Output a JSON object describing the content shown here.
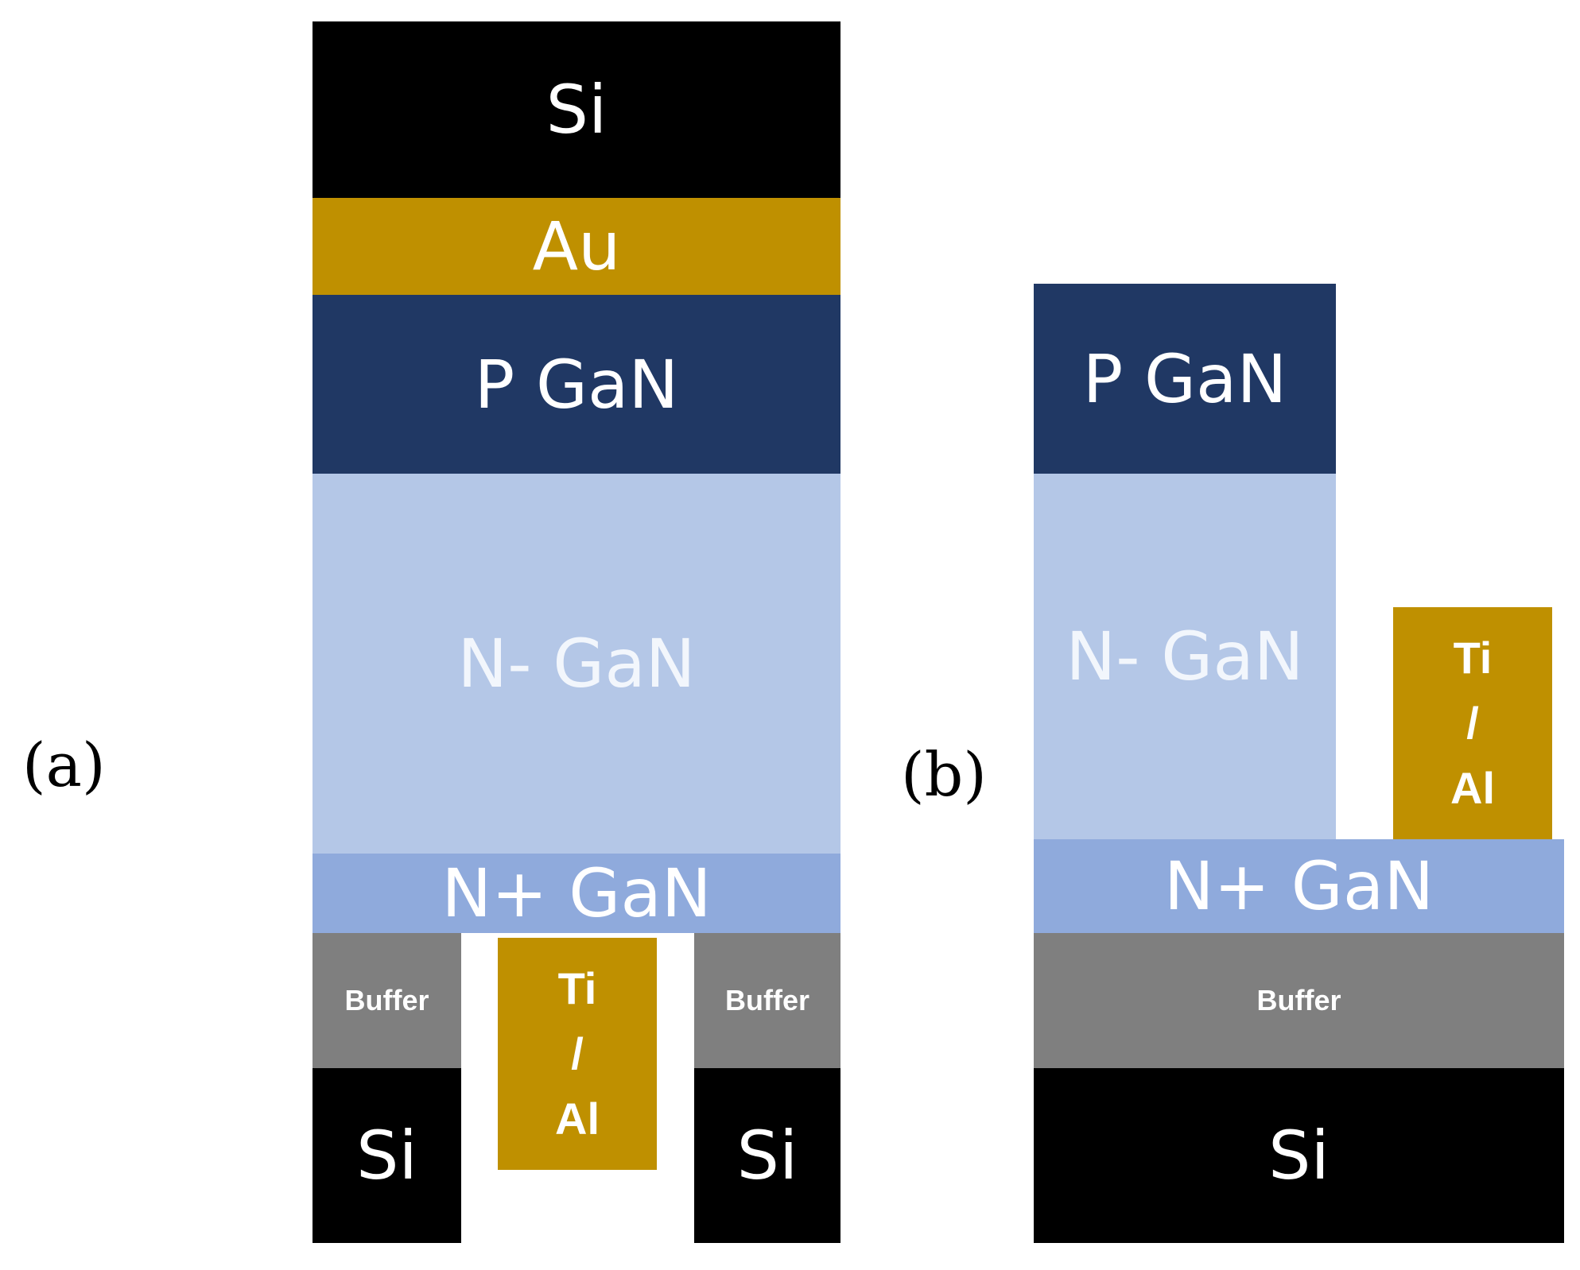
{
  "colors": {
    "si": "#000000",
    "au": "#BF9000",
    "p_gan": "#203864",
    "n_minus_gan": "#B4C7E7",
    "n_minus_text": "#F2F6FC",
    "n_plus_gan": "#8FAADC",
    "buffer": "#7F7F7F",
    "ti_al": "#BF9000",
    "text_light": "#FFFFFF"
  },
  "panel_a": {
    "label": "(a)",
    "si_top": "Si",
    "au": "Au",
    "p_gan": "P GaN",
    "n_minus_gan": "N- GaN",
    "n_plus_gan": "N+ GaN",
    "buffer_left": "Buffer",
    "buffer_right": "Buffer",
    "si_left": "Si",
    "si_right": "Si",
    "ti_al": {
      "ti": "Ti",
      "slash": "/",
      "al": "Al"
    }
  },
  "panel_b": {
    "label": "(b)",
    "p_gan": "P GaN",
    "n_minus_gan": "N- GaN",
    "n_plus_gan": "N+ GaN",
    "buffer": "Buffer",
    "si": "Si",
    "ti_al": {
      "ti": "Ti",
      "slash": "/",
      "al": "Al"
    }
  }
}
